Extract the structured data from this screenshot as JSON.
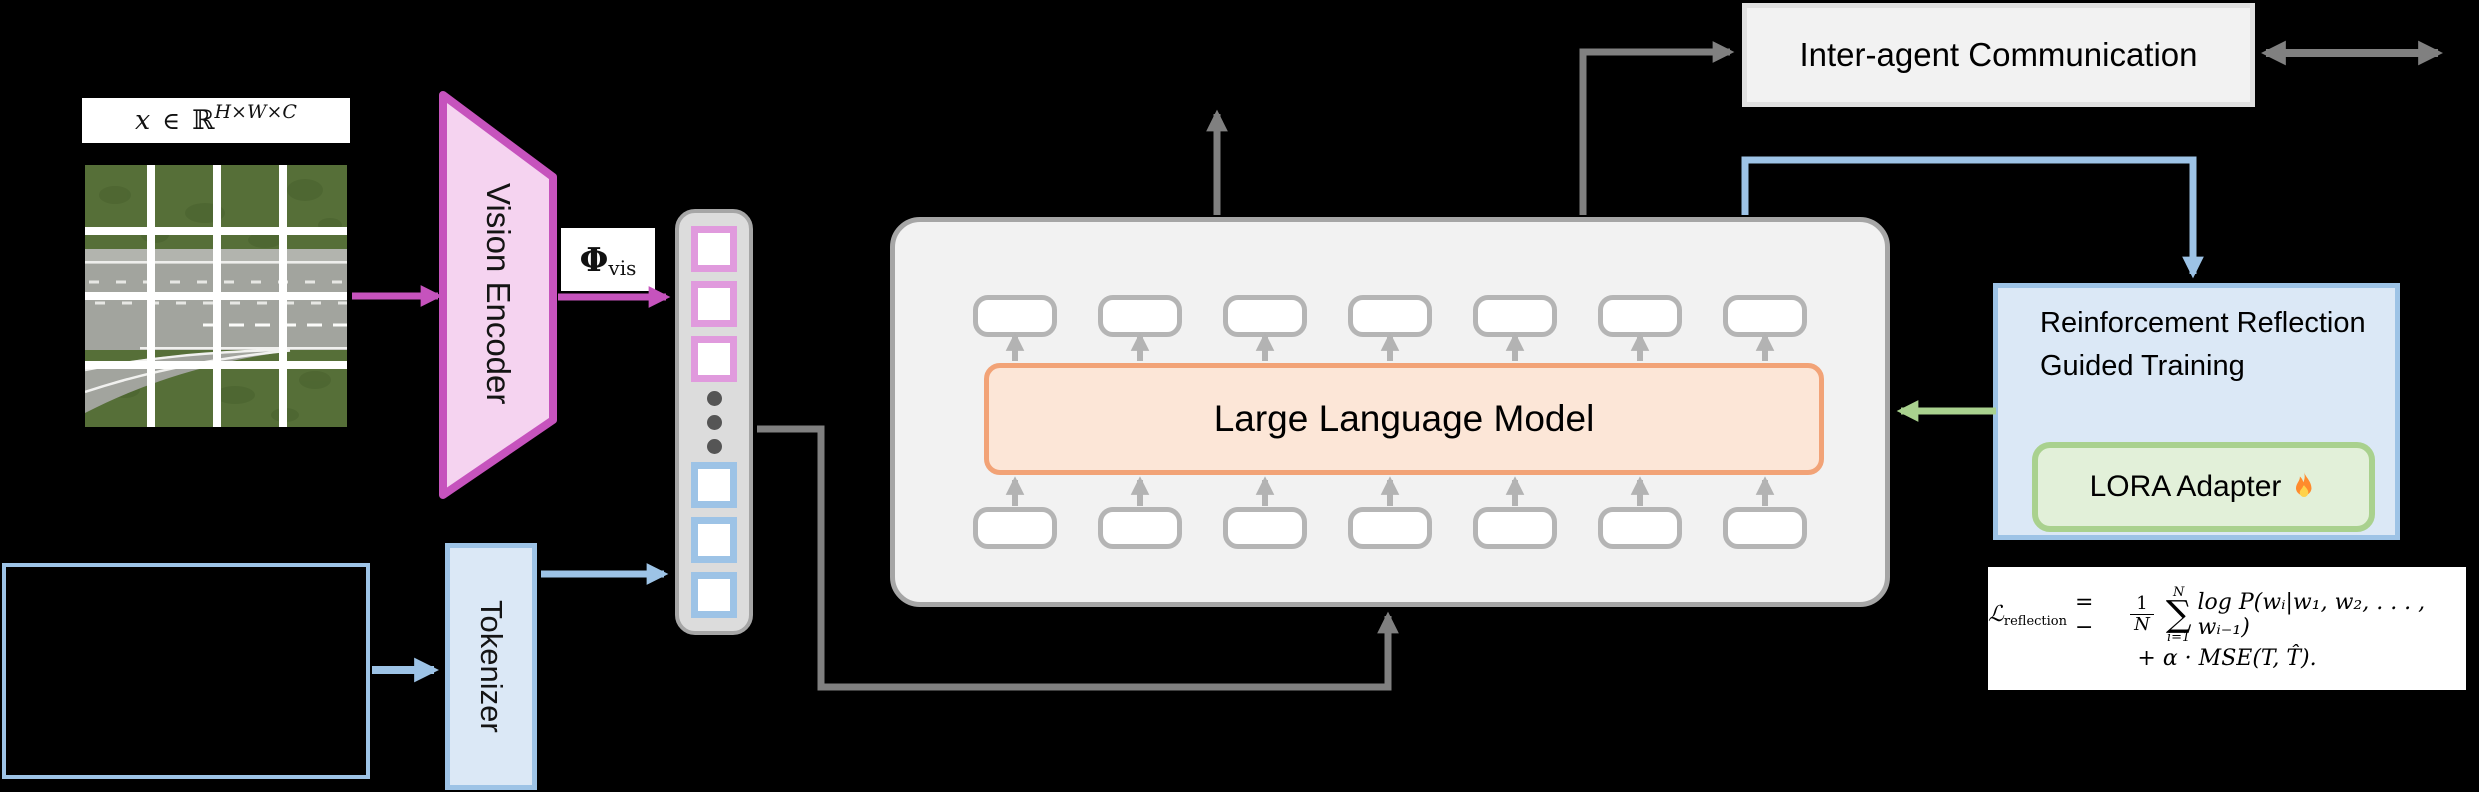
{
  "input": {
    "tensor_label": {
      "variable": "x",
      "element_of": "∈",
      "set_symbol": "ℝ",
      "superscript": "H×W×C"
    },
    "image_grid": {
      "rows": 4,
      "cols": 4,
      "content": "aerial-road-image"
    }
  },
  "vision_encoder": {
    "label": "Vision Encoder",
    "output_label": {
      "symbol": "Φ",
      "subscript": "vis"
    }
  },
  "token_stack": {
    "visual_tokens": 3,
    "ellipsis_dots": 3,
    "text_tokens": 3
  },
  "tokenizer": {
    "label": "Tokenizer"
  },
  "llm": {
    "label": "Large Language Model",
    "top_slots": 7,
    "bottom_slots": 7
  },
  "inter_agent": {
    "label": "Inter-agent Communication"
  },
  "training": {
    "title": "Reinforcement Reflection Guided Training",
    "adapter_label": "LORA Adapter",
    "fire_icon": "🔥"
  },
  "loss": {
    "lhs": "ℒ",
    "lhs_sub": "reflection",
    "equals": "= −",
    "frac_num": "1",
    "frac_den": "N",
    "sum_sup": "N",
    "sum_sym": "∑",
    "sum_sub": "i=1",
    "term1": "log P(wᵢ|w₁, w₂, . . . , wᵢ₋₁)",
    "line2": "+ α · MSE(T, T̂)."
  },
  "colors": {
    "magenta": "#c653bd",
    "pink_fill": "#f5d3f0",
    "pink_token_border": "#e09add",
    "blue_line": "#9dc3e6",
    "blue_fill": "#dbe8f6",
    "green_line": "#a9d18e",
    "green_fill": "#e2f0d9",
    "orange_border": "#f2a377",
    "orange_fill": "#fce6d7",
    "gray_line": "#808080",
    "panel_fill": "#f2f2f2"
  }
}
